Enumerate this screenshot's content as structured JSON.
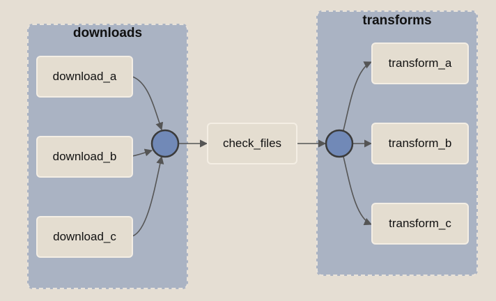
{
  "colors": {
    "background": "#e5ded3",
    "group_fill": "#aab3c3",
    "group_border": "#e9e3da",
    "node_fill": "#e4ddd0",
    "node_border": "#f4eee4",
    "junction_fill": "#7189b7",
    "junction_border": "#3b3b3b",
    "edge": "#555555"
  },
  "groups": {
    "downloads": {
      "title": "downloads"
    },
    "transforms": {
      "title": "transforms"
    }
  },
  "nodes": {
    "download_a": "download_a",
    "download_b": "download_b",
    "download_c": "download_c",
    "check_files": "check_files",
    "transform_a": "transform_a",
    "transform_b": "transform_b",
    "transform_c": "transform_c"
  },
  "edges": [
    [
      "download_a",
      "join"
    ],
    [
      "download_b",
      "join"
    ],
    [
      "download_c",
      "join"
    ],
    [
      "join",
      "check_files"
    ],
    [
      "check_files",
      "split"
    ],
    [
      "split",
      "transform_a"
    ],
    [
      "split",
      "transform_b"
    ],
    [
      "split",
      "transform_c"
    ]
  ]
}
